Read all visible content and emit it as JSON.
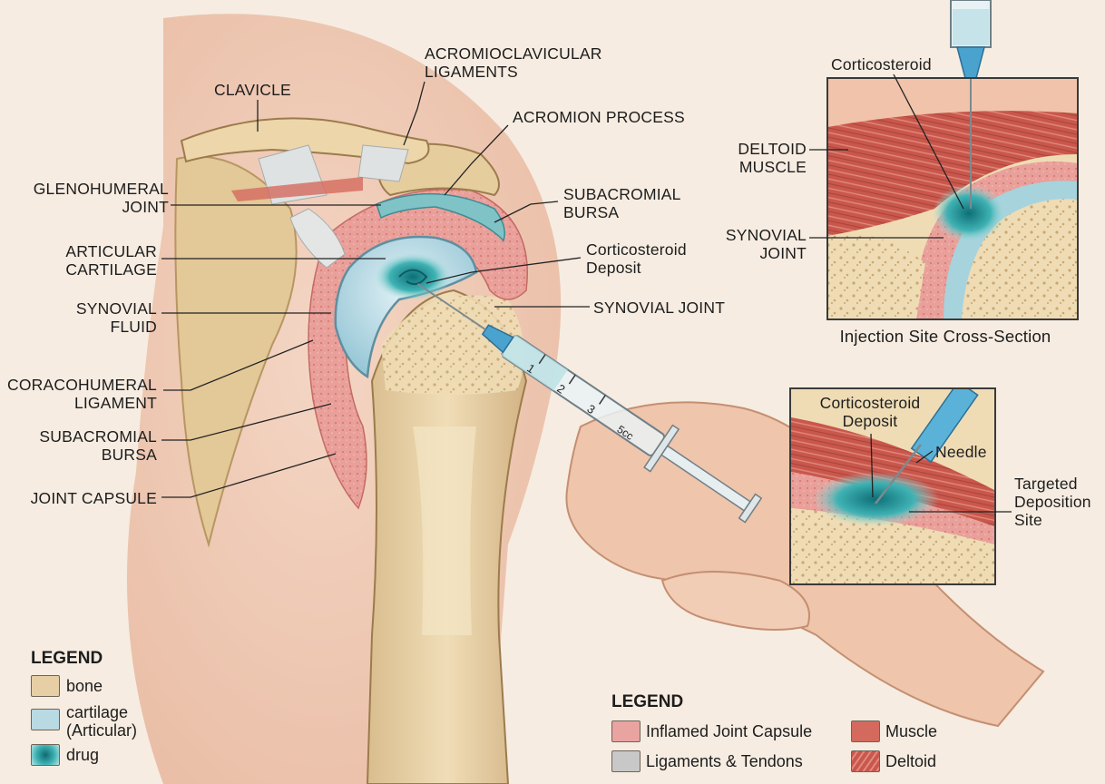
{
  "labels": {
    "clavicle": "CLAVICLE",
    "ac_ligaments": [
      "ACROMIOCLAVICULAR",
      "LIGAMENTS"
    ],
    "acromion": "ACROMION PROCESS",
    "glenohumeral": [
      "GLENOHUMERAL",
      "JOINT"
    ],
    "subacromial_bursa_right": [
      "SUBACROMIAL",
      "BURSA"
    ],
    "articular_cartilage": [
      "ARTICULAR",
      "CARTILAGE"
    ],
    "corticosteroid_deposit": [
      "Corticosteroid",
      "Deposit"
    ],
    "synovial_fluid": [
      "SYNOVIAL",
      "FLUID"
    ],
    "synovial_joint": "SYNOVIAL JOINT",
    "coracohumeral": [
      "CORACOHUMERAL",
      "LIGAMENT"
    ],
    "subacromial_bursa_left": [
      "SUBACROMIAL",
      "BURSA"
    ],
    "joint_capsule": "JOINT CAPSULE"
  },
  "inset_top": {
    "corticosteroid": "Corticosteroid",
    "deltoid": [
      "DELTOID",
      "MUSCLE"
    ],
    "synovial": [
      "SYNOVIAL",
      "JOINT"
    ],
    "caption": "Injection Site Cross-Section"
  },
  "inset_bottom": {
    "deposit": [
      "Corticosteroid",
      "Deposit"
    ],
    "needle": "Needle",
    "site": [
      "Targeted",
      "Deposition",
      "Site"
    ]
  },
  "syringe_marks": [
    "1",
    "2",
    "3",
    "5cc"
  ],
  "legend_left": {
    "title": "LEGEND",
    "items": [
      {
        "label": [
          "bone"
        ],
        "color": "#e6cfa5"
      },
      {
        "label": [
          "cartilage",
          "(Articular)"
        ],
        "color": "#b9d9e3"
      },
      {
        "label": [
          "drug"
        ],
        "color": "#2f9aa0"
      }
    ]
  },
  "legend_right": {
    "title": "LEGEND",
    "items": [
      {
        "label": "Inflamed Joint Capsule",
        "color": "#e9a3a0"
      },
      {
        "label": "Ligaments & Tendons",
        "color": "#c8c8c8"
      },
      {
        "label": "Muscle",
        "color": "#d46a5e"
      },
      {
        "label": "Deltoid",
        "color": "#c9574c"
      }
    ]
  }
}
